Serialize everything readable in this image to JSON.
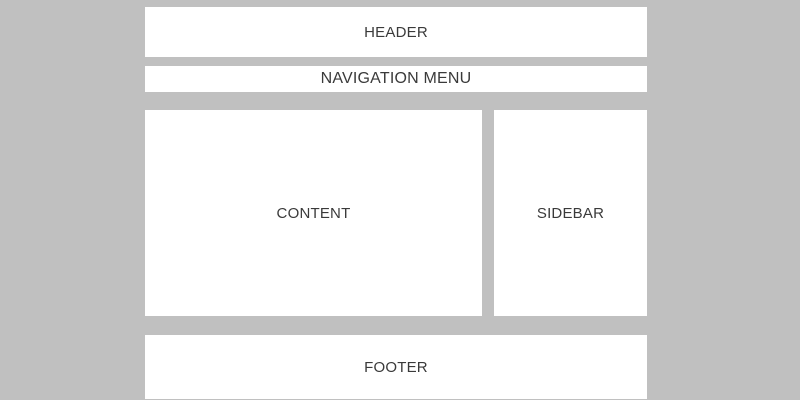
{
  "layout": {
    "header": {
      "label": "HEADER"
    },
    "navigation": {
      "label": "NAVIGATION MENU"
    },
    "content": {
      "label": "CONTENT"
    },
    "sidebar": {
      "label": "SIDEBAR"
    },
    "footer": {
      "label": "FOOTER"
    }
  },
  "colors": {
    "background": "#c0c0c0",
    "box": "#ffffff",
    "text": "#3a3a3a"
  }
}
